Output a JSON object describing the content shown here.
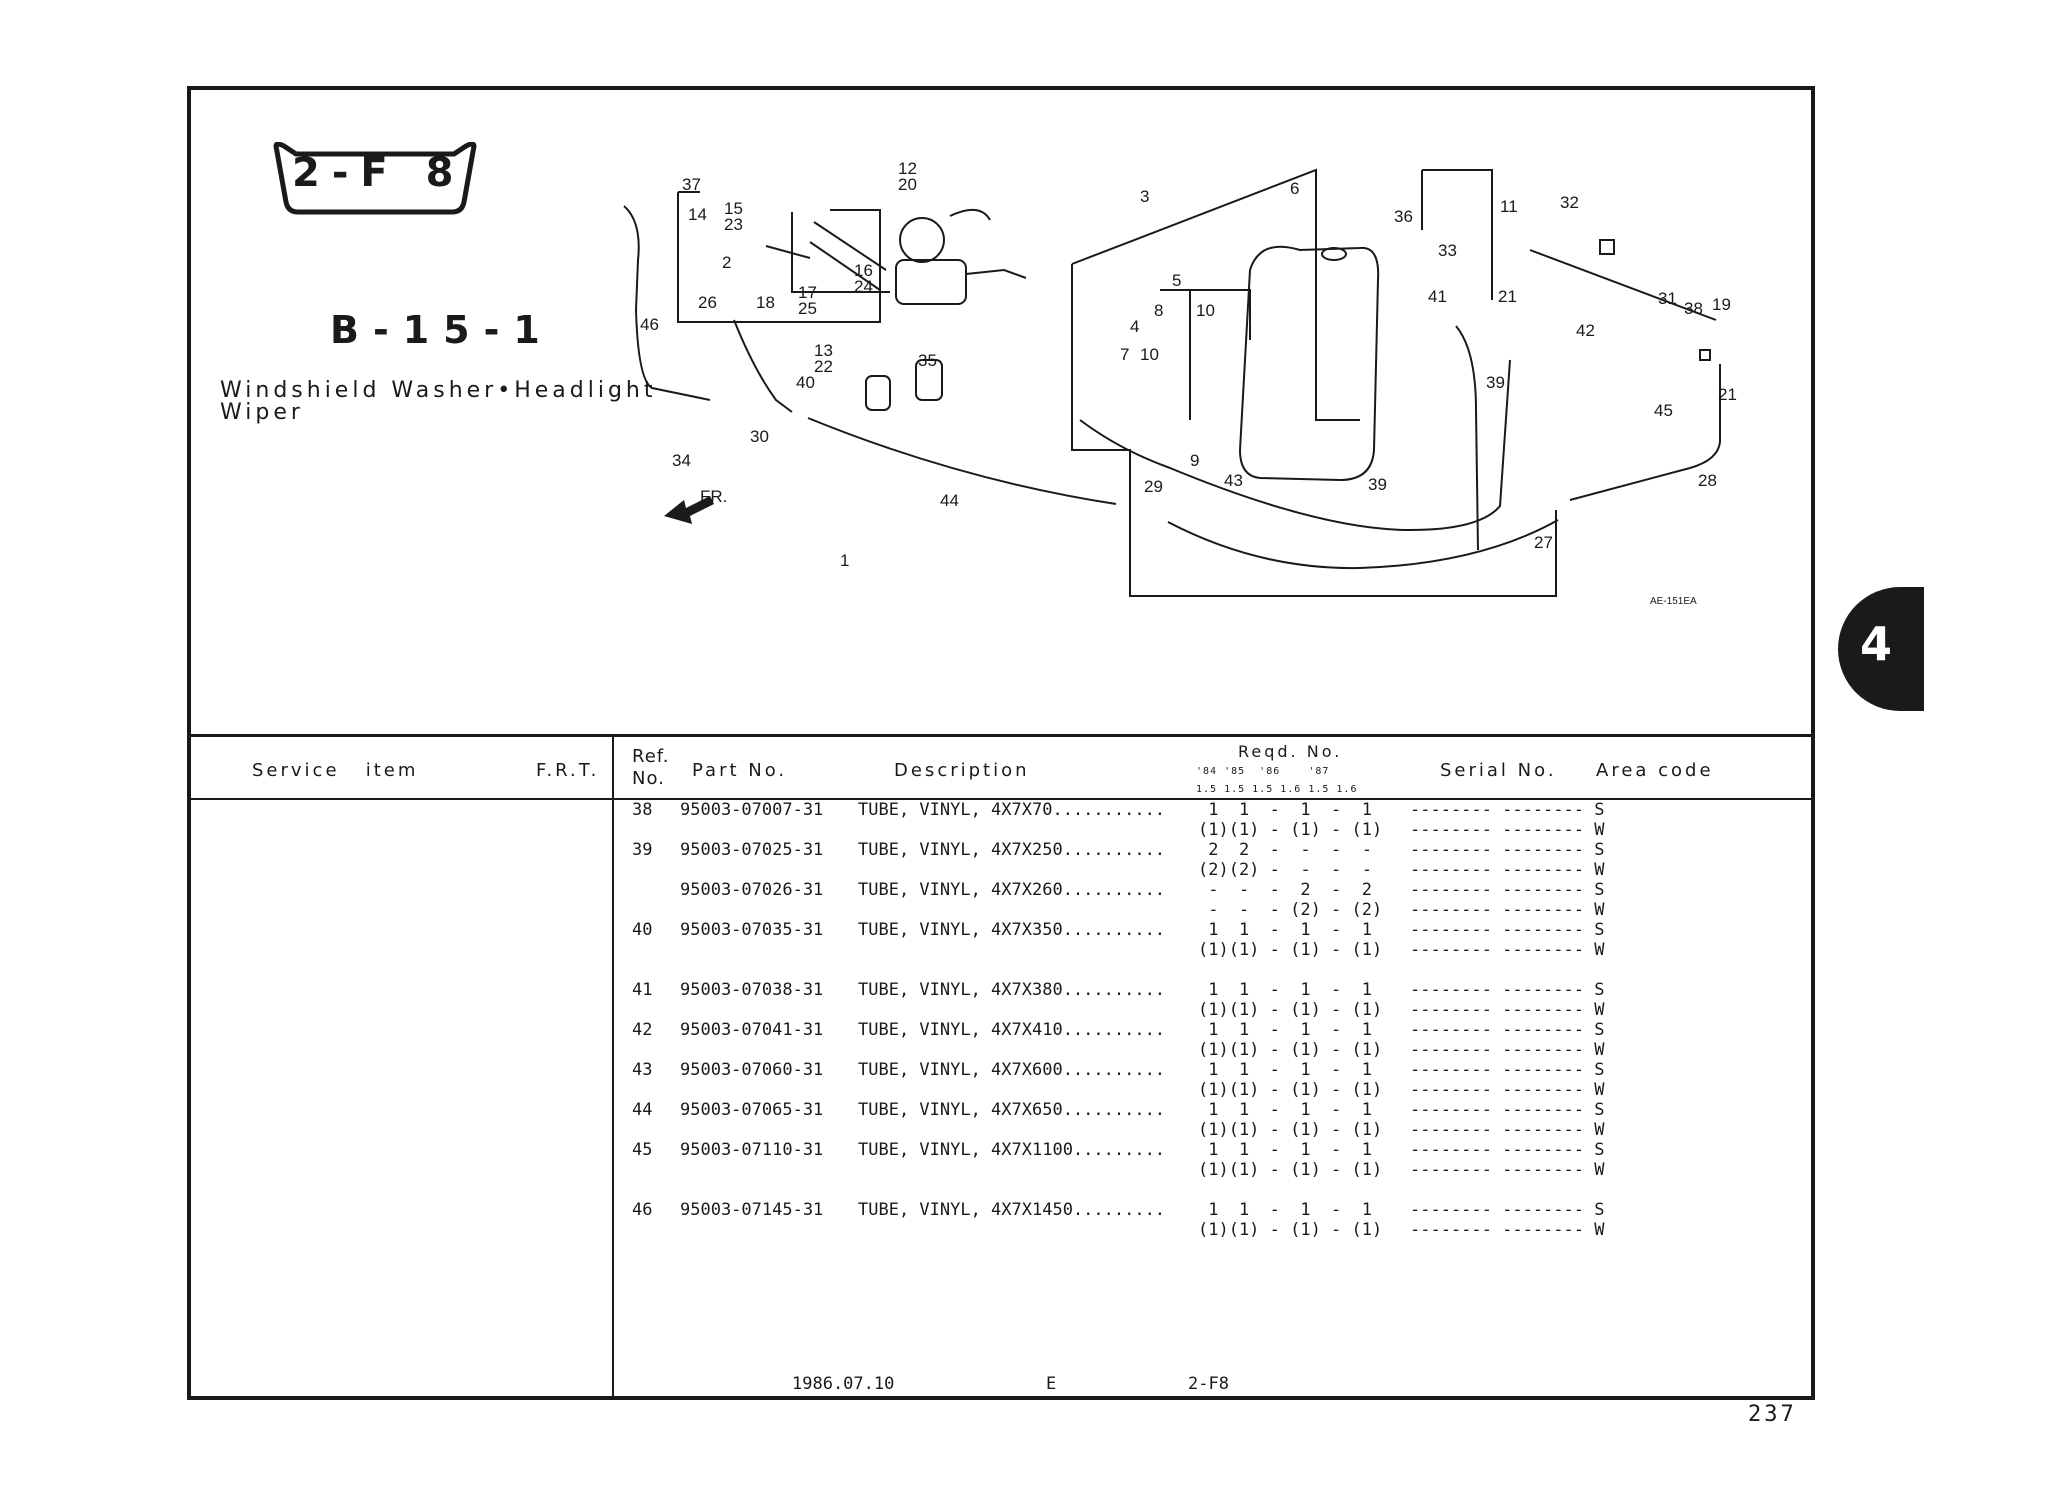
{
  "badge": "2-F 8",
  "section_code": "B-15-1",
  "section_title": "Windshield Washer•Headlight Wiper",
  "diagram": {
    "callouts": [
      "1",
      "2",
      "3",
      "4",
      "5",
      "6",
      "7",
      "8",
      "9",
      "10",
      "10",
      "11",
      "12",
      "20",
      "13",
      "22",
      "14",
      "15",
      "23",
      "16",
      "24",
      "17",
      "25",
      "18",
      "19",
      "21",
      "21",
      "26",
      "27",
      "28",
      "29",
      "30",
      "31",
      "32",
      "33",
      "34",
      "35",
      "36",
      "37",
      "38",
      "39",
      "39",
      "40",
      "41",
      "42",
      "43",
      "44",
      "45",
      "46"
    ],
    "direction_label": "FR.",
    "figure_code": "AE-151EA"
  },
  "table": {
    "headers": {
      "service_item": "Service   item",
      "frt": "F.R.T.",
      "ref": "Ref.",
      "no": "No.",
      "part_no": "Part No.",
      "description": "Description",
      "reqd": "Reqd. No.",
      "years": "'84 '85  '86    '87",
      "variants": "1.5 1.5 1.5 1.6 1.5 1.6",
      "serial": "Serial No.",
      "area": "Area code"
    },
    "rows": [
      {
        "ref": "38",
        "part": "95003-07007-31",
        "desc": "TUBE, VINYL, 4X7X70...........",
        "q1": " 1  1  -  1  -  1",
        "q2": "(1)(1) - (1) - (1)",
        "ser1": "-------- -------- S",
        "ser2": "-------- -------- W"
      },
      {
        "ref": "39",
        "part": "95003-07025-31",
        "desc": "TUBE, VINYL, 4X7X250..........",
        "q1": " 2  2  -  -  -  -",
        "q2": "(2)(2) -  -  -  -",
        "ser1": "-------- -------- S",
        "ser2": "-------- -------- W"
      },
      {
        "ref": "",
        "part": "95003-07026-31",
        "desc": "TUBE, VINYL, 4X7X260..........",
        "q1": " -  -  -  2  -  2",
        "q2": " -  -  - (2) - (2)",
        "ser1": "-------- -------- S",
        "ser2": "-------- -------- W"
      },
      {
        "ref": "40",
        "part": "95003-07035-31",
        "desc": "TUBE, VINYL, 4X7X350..........",
        "q1": " 1  1  -  1  -  1",
        "q2": "(1)(1) - (1) - (1)",
        "ser1": "-------- -------- S",
        "ser2": "-------- -------- W"
      },
      {
        "ref": "41",
        "part": "95003-07038-31",
        "desc": "TUBE, VINYL, 4X7X380..........",
        "q1": " 1  1  -  1  -  1",
        "q2": "(1)(1) - (1) - (1)",
        "ser1": "-------- -------- S",
        "ser2": "-------- -------- W"
      },
      {
        "ref": "42",
        "part": "95003-07041-31",
        "desc": "TUBE, VINYL, 4X7X410..........",
        "q1": " 1  1  -  1  -  1",
        "q2": "(1)(1) - (1) - (1)",
        "ser1": "-------- -------- S",
        "ser2": "-------- -------- W"
      },
      {
        "ref": "43",
        "part": "95003-07060-31",
        "desc": "TUBE, VINYL, 4X7X600..........",
        "q1": " 1  1  -  1  -  1",
        "q2": "(1)(1) - (1) - (1)",
        "ser1": "-------- -------- S",
        "ser2": "-------- -------- W"
      },
      {
        "ref": "44",
        "part": "95003-07065-31",
        "desc": "TUBE, VINYL, 4X7X650..........",
        "q1": " 1  1  -  1  -  1",
        "q2": "(1)(1) - (1) - (1)",
        "ser1": "-------- -------- S",
        "ser2": "-------- -------- W"
      },
      {
        "ref": "45",
        "part": "95003-07110-31",
        "desc": "TUBE, VINYL, 4X7X1100.........",
        "q1": " 1  1  -  1  -  1",
        "q2": "(1)(1) - (1) - (1)",
        "ser1": "-------- -------- S",
        "ser2": "-------- -------- W"
      },
      {
        "ref": "46",
        "part": "95003-07145-31",
        "desc": "TUBE, VINYL, 4X7X1450.........",
        "q1": " 1  1  -  1  -  1",
        "q2": "(1)(1) - (1) - (1)",
        "ser1": "-------- -------- S",
        "ser2": "-------- -------- W"
      }
    ]
  },
  "footer": {
    "date": "1986.07.10",
    "edition": "E",
    "code": "2-F8"
  },
  "page_number": "237",
  "side_tab": "4"
}
